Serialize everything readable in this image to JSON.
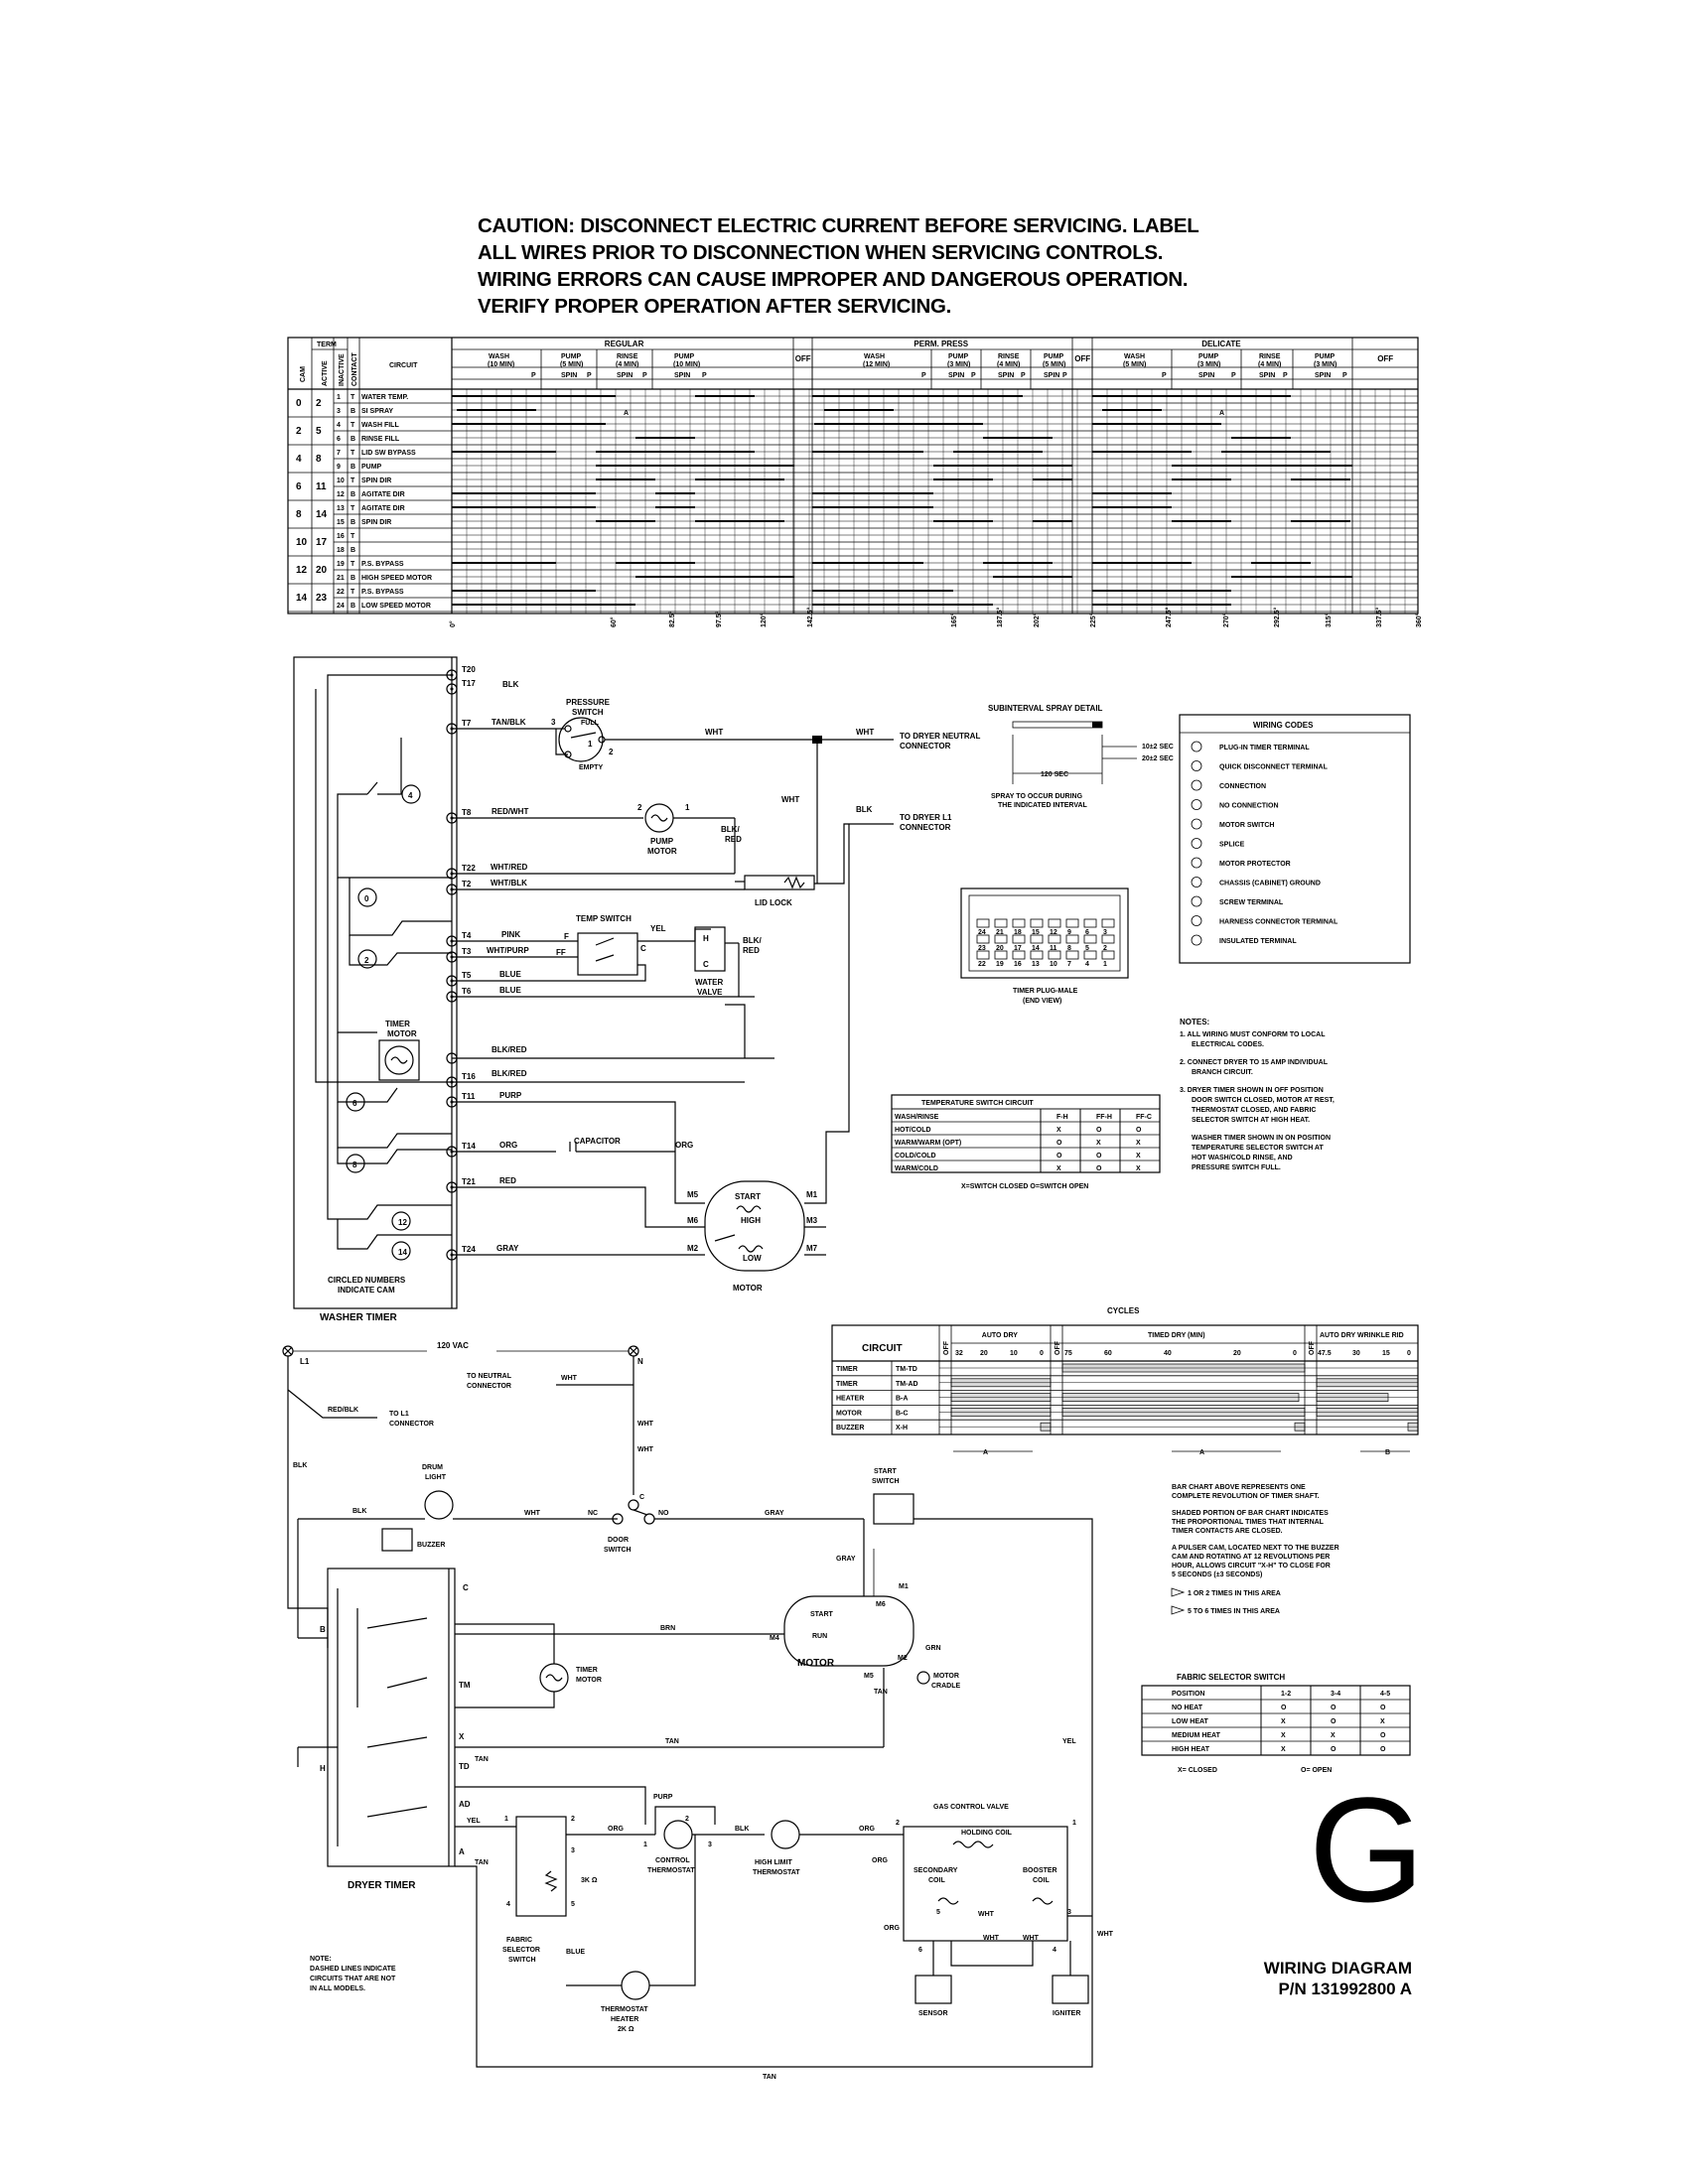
{
  "caution": {
    "line1": "CAUTION: DISCONNECT ELECTRIC CURRENT BEFORE SERVICING. LABEL",
    "line2": "ALL WIRES PRIOR TO DISCONNECTION WHEN SERVICING CONTROLS.",
    "line3": "WIRING ERRORS CAN CAUSE IMPROPER AND DANGEROUS OPERATION.",
    "line4": "VERIFY PROPER OPERATION AFTER SERVICING."
  },
  "cycle_chart": {
    "col_headers": {
      "cam": "CAM",
      "term_active": "ACTIVE",
      "term_inactive": "INACTIVE",
      "contact": "CONTACT",
      "term": "TERM",
      "circuit": "CIRCUIT"
    },
    "groups": [
      "REGULAR",
      "OFF",
      "PERM. PRESS",
      "OFF",
      "DELICATE",
      "OFF"
    ],
    "regular": [
      {
        "l1": "WASH",
        "l2": "(10 MIN)"
      },
      {
        "l1": "PUMP",
        "l2": "(5 MIN)"
      },
      {
        "l1": "RINSE",
        "l2": "(4 MIN)"
      },
      {
        "l1": "PUMP",
        "l2": "(10 MIN)"
      }
    ],
    "perm": [
      {
        "l1": "WASH",
        "l2": "(12 MIN)"
      },
      {
        "l1": "PUMP",
        "l2": "(3 MIN)"
      },
      {
        "l1": "RINSE",
        "l2": "(4 MIN)"
      },
      {
        "l1": "PUMP",
        "l2": "(5 MIN)"
      }
    ],
    "delicate": [
      {
        "l1": "WASH",
        "l2": "(5 MIN)"
      },
      {
        "l1": "PUMP",
        "l2": "(3 MIN)"
      },
      {
        "l1": "RINSE",
        "l2": "(4 MIN)"
      },
      {
        "l1": "PUMP",
        "l2": "(3 MIN)"
      }
    ],
    "sub_p": "P",
    "sub_spin": "SPIN",
    "rows": [
      {
        "cam": "0",
        "act": "2",
        "n": "1",
        "c": "T",
        "circuit": "WATER TEMP."
      },
      {
        "cam": "",
        "act": "",
        "n": "3",
        "c": "B",
        "circuit": "SI SPRAY"
      },
      {
        "cam": "2",
        "act": "5",
        "n": "4",
        "c": "T",
        "circuit": "WASH FILL"
      },
      {
        "cam": "",
        "act": "",
        "n": "6",
        "c": "B",
        "circuit": "RINSE FILL"
      },
      {
        "cam": "4",
        "act": "8",
        "n": "7",
        "c": "T",
        "circuit": "LID SW BYPASS"
      },
      {
        "cam": "",
        "act": "",
        "n": "9",
        "c": "B",
        "circuit": "PUMP"
      },
      {
        "cam": "6",
        "act": "11",
        "n": "10",
        "c": "T",
        "circuit": "SPIN DIR"
      },
      {
        "cam": "",
        "act": "",
        "n": "12",
        "c": "B",
        "circuit": "AGITATE DIR"
      },
      {
        "cam": "8",
        "act": "14",
        "n": "13",
        "c": "T",
        "circuit": "AGITATE DIR"
      },
      {
        "cam": "",
        "act": "",
        "n": "15",
        "c": "B",
        "circuit": "SPIN DIR"
      },
      {
        "cam": "10",
        "act": "17",
        "n": "16",
        "c": "T",
        "circuit": ""
      },
      {
        "cam": "",
        "act": "",
        "n": "18",
        "c": "B",
        "circuit": ""
      },
      {
        "cam": "12",
        "act": "20",
        "n": "19",
        "c": "T",
        "circuit": "P.S. BYPASS"
      },
      {
        "cam": "",
        "act": "",
        "n": "21",
        "c": "B",
        "circuit": "HIGH SPEED MOTOR"
      },
      {
        "cam": "14",
        "act": "23",
        "n": "22",
        "c": "T",
        "circuit": "P.S. BYPASS"
      },
      {
        "cam": "",
        "act": "",
        "n": "24",
        "c": "B",
        "circuit": "LOW SPEED MOTOR"
      }
    ],
    "degree_labels": [
      "0°",
      "60°",
      "82.5°",
      "97.5°",
      "120°",
      "142.5°",
      "165°",
      "187.5°",
      "202°",
      "225°",
      "247.5°",
      "270°",
      "292.5°",
      "315°",
      "337.5°",
      "360°"
    ],
    "marker": "A"
  },
  "washer": {
    "terminals": [
      "T20",
      "T17",
      "T7",
      "T8",
      "T22",
      "T2",
      "T4",
      "T3",
      "T5",
      "T6",
      "T16",
      "T11",
      "T14",
      "T21",
      "T24"
    ],
    "wires": {
      "blk": "BLK",
      "tanblk": "TAN/BLK",
      "redwht": "RED/WHT",
      "whtred": "WHT/RED",
      "whtblk": "WHT/BLK",
      "pink": "PINK",
      "whtpurp": "WHT/PURP",
      "blue1": "BLUE",
      "blue2": "BLUE",
      "blkred1": "BLK/RED",
      "blkred2": "BLK/RED",
      "purp": "PURP",
      "org1": "ORG",
      "org2": "ORG",
      "red": "RED",
      "gray": "GRAY",
      "wht1": "WHT",
      "wht2": "WHT",
      "wht3": "WHT",
      "blk2": "BLK",
      "blkred3": "BLK/ RED",
      "blkred4": "BLK/ RED",
      "yel": "YEL"
    },
    "cams": [
      "4",
      "0",
      "2",
      "6",
      "8",
      "12",
      "14"
    ],
    "pressure_switch": "PRESSURE SWITCH",
    "full": "FULL",
    "empty": "EMPTY",
    "pump_motor": "PUMP MOTOR",
    "lid_lock": "LID LOCK",
    "temp_switch": "TEMP SWITCH",
    "water_valve": "WATER VALVE",
    "timer_motor": "TIMER MOTOR",
    "capacitor": "CAPACITOR",
    "motor": "MOTOR",
    "start": "START",
    "high": "HIGH",
    "low": "LOW",
    "to_dryer_neutral": "TO DRYER NEUTRAL CONNECTOR",
    "to_dryer_l1": "TO DRYER L1 CONNECTOR",
    "circled_note": "CIRCLED NUMBERS INDICATE CAM",
    "washer_timer": "WASHER TIMER",
    "ps": {
      "p3": "3",
      "p1": "1",
      "p2": "2"
    },
    "pm": {
      "p2": "2",
      "p1": "1"
    },
    "ts": {
      "f": "F",
      "ff": "FF",
      "c": "C"
    },
    "wv": {
      "h": "H",
      "c": "C"
    },
    "mt": {
      "m5": "M5",
      "m6": "M6",
      "m2": "M2",
      "m1": "M1",
      "m3": "M3",
      "m7": "M7"
    }
  },
  "subinterval": {
    "title": "SUBINTERVAL SPRAY DETAIL",
    "a": "10±2 SEC",
    "b": "20±2 SEC",
    "c": "120 SEC",
    "note": "SPRAY TO OCCUR DURING THE INDICATED INTERVAL"
  },
  "plug": {
    "label": "TIMER PLUG-MALE",
    "sub": "(END VIEW)",
    "row1": [
      "24",
      "21",
      "18",
      "15",
      "12",
      "9",
      "6",
      "3"
    ],
    "row2": [
      "23",
      "20",
      "17",
      "14",
      "11",
      "8",
      "5",
      "2"
    ],
    "row3": [
      "22",
      "19",
      "16",
      "13",
      "10",
      "7",
      "4",
      "1"
    ]
  },
  "wiring_codes": {
    "title": "WIRING CODES",
    "items": [
      "PLUG-IN TIMER TERMINAL",
      "QUICK DISCONNECT TERMINAL",
      "CONNECTION",
      "NO CONNECTION",
      "MOTOR SWITCH",
      "SPLICE",
      "MOTOR PROTECTOR",
      "CHASSIS (CABINET) GROUND",
      "SCREW TERMINAL",
      "HARNESS CONNECTOR TERMINAL",
      "INSULATED TERMINAL"
    ]
  },
  "notes": {
    "title": "NOTES:",
    "n1": [
      "1. ALL WIRING MUST CONFORM TO LOCAL",
      "ELECTRICAL CODES."
    ],
    "n2": [
      "2. CONNECT DRYER TO 15 AMP INDIVIDUAL",
      "BRANCH CIRCUIT."
    ],
    "n3": [
      "3. DRYER TIMER SHOWN IN OFF POSITION",
      "DOOR SWITCH CLOSED, MOTOR AT REST,",
      "THERMOSTAT CLOSED, AND FABRIC",
      "SELECTOR SWITCH AT HIGH HEAT."
    ],
    "n4": [
      "WASHER TIMER SHOWN IN ON POSITION",
      "TEMPERATURE SELECTOR SWITCH AT",
      "HOT WASH/COLD RINSE, AND",
      "PRESSURE SWITCH FULL."
    ]
  },
  "temp_table": {
    "title": "TEMPERATURE SWITCH CIRCUIT",
    "headers": [
      "WASH/RINSE",
      "F-H",
      "FF-H",
      "FF-C"
    ],
    "rows": [
      [
        "HOT/COLD",
        "X",
        "O",
        "O"
      ],
      [
        "WARM/WARM (OPT)",
        "O",
        "X",
        "X"
      ],
      [
        "COLD/COLD",
        "O",
        "O",
        "X"
      ],
      [
        "WARM/COLD",
        "X",
        "O",
        "X"
      ]
    ],
    "legend": "X=SWITCH CLOSED  O=SWITCH OPEN"
  },
  "cycles": {
    "title": "CYCLES",
    "circuit": "CIRCUIT",
    "off": "OFF",
    "auto_dry": "AUTO DRY",
    "timed_dry": "TIMED DRY (MIN)",
    "auto_dry_wr": "AUTO DRY WRINKLE RID",
    "ticks_a": [
      "32",
      "20",
      "10",
      "0"
    ],
    "ticks_b": [
      "75",
      "60",
      "40",
      "20",
      "0"
    ],
    "ticks_c": [
      "47.5",
      "30",
      "15",
      "0"
    ],
    "rows": [
      {
        "name": "TIMER",
        "code": "TM-TD"
      },
      {
        "name": "TIMER",
        "code": "TM-AD"
      },
      {
        "name": "HEATER",
        "code": "B-A"
      },
      {
        "name": "MOTOR",
        "code": "B-C"
      },
      {
        "name": "BUZZER",
        "code": "X-H"
      }
    ],
    "m_a": "A",
    "m_b": "B",
    "note1": [
      "BAR CHART ABOVE REPRESENTS ONE",
      "COMPLETE REVOLUTION OF TIMER SHAFT."
    ],
    "note2": [
      "SHADED PORTION OF BAR CHART INDICATES",
      "THE PROPORTIONAL TIMES THAT INTERNAL",
      "TIMER CONTACTS ARE CLOSED."
    ],
    "note3": [
      "A PULSER CAM, LOCATED NEXT TO THE BUZZER",
      "CAM AND ROTATING AT 12 REVOLUTIONS PER",
      "HOUR, ALLOWS CIRCUIT \"X-H\" TO CLOSE FOR",
      "5 SECONDS (±3 SECONDS)"
    ],
    "leg_a": "1 OR 2 TIMES IN THIS AREA",
    "leg_b": "5 TO 6 TIMES IN THIS AREA"
  },
  "fabric": {
    "title": "FABRIC SELECTOR SWITCH",
    "headers": [
      "POSITION",
      "1-2",
      "3-4",
      "4-5"
    ],
    "rows": [
      [
        "NO HEAT",
        "O",
        "O",
        "O"
      ],
      [
        "LOW HEAT",
        "X",
        "O",
        "X"
      ],
      [
        "MEDIUM HEAT",
        "X",
        "X",
        "O"
      ],
      [
        "HIGH HEAT",
        "X",
        "O",
        "O"
      ]
    ],
    "legend_x": "X= CLOSED",
    "legend_o": "O= OPEN"
  },
  "dryer": {
    "vac": "120 VAC",
    "l1": "L1",
    "n": "N",
    "to_neutral": "TO NEUTRAL CONNECTOR",
    "to_l1": "TO L1 CONNECTOR",
    "redblk": "RED/BLK",
    "blk1": "BLK",
    "blk2": "BLK",
    "blk3": "BLK",
    "wht1": "WHT",
    "wht2": "WHT",
    "wht3": "WHT",
    "wht4": "WHT",
    "wht5": "WHT",
    "wht6": "WHT",
    "wht7": "WHT",
    "drum_light": "DRUM LIGHT",
    "buzzer": "BUZZER",
    "door_switch": "DOOR SWITCH",
    "nc": "NC",
    "no": "NO",
    "c": "C",
    "gray1": "GRAY",
    "gray2": "GRAY",
    "start_switch": "START SWITCH",
    "brn": "BRN",
    "grn": "GRN",
    "tan1": "TAN",
    "tan2": "TAN",
    "tan3": "TAN",
    "tan4": "TAN",
    "tan5": "TAN",
    "motor": "MOTOR",
    "motor_cradle": "MOTOR CRADLE",
    "start": "START",
    "run": "RUN",
    "m1": "M1",
    "m4": "M4",
    "m5": "M5",
    "m6": "M6",
    "m2": "M2",
    "timer_motor": "TIMER MOTOR",
    "yel1": "YEL",
    "yel2": "YEL",
    "purp": "PURP",
    "org1": "ORG",
    "org2": "ORG",
    "org3": "ORG",
    "org4": "ORG",
    "blue": "BLUE",
    "ctl_thermo": "CONTROL THERMOSTAT",
    "hi_limit": "HIGH LIMIT THERMOSTAT",
    "gas_valve": "GAS CONTROL VALVE",
    "holding_coil": "HOLDING COIL",
    "secondary_coil": "SECONDARY COIL",
    "booster_coil": "BOOSTER COIL",
    "sensor": "SENSOR",
    "igniter": "IGNITER",
    "fabric_sel": "FABRIC SELECTOR SWITCH",
    "thermo_heater": "THERMOSTAT HEATER",
    "ohm2": "2K Ω",
    "ohm3": "3K Ω",
    "dryer_timer": "DRYER TIMER",
    "t_c": "C",
    "t_b": "B",
    "t_tm": "TM",
    "t_x": "X",
    "t_h": "H",
    "t_td": "TD",
    "t_ad": "AD",
    "t_a": "A",
    "n1": "1",
    "n2": "2",
    "n3": "3",
    "n4": "4",
    "n5": "5",
    "n6": "6",
    "g1": "1",
    "g2": "2",
    "g3": "3",
    "g4": "4",
    "g5": "5",
    "g6": "6",
    "c1": "1",
    "c2": "2",
    "c3": "3",
    "note": [
      "NOTE:",
      "DASHED LINES INDICATE",
      "CIRCUITS THAT ARE NOT",
      "IN ALL MODELS."
    ]
  },
  "footer": {
    "letter": "G",
    "title": "WIRING DIAGRAM",
    "pn": "P/N 131992800 A"
  }
}
